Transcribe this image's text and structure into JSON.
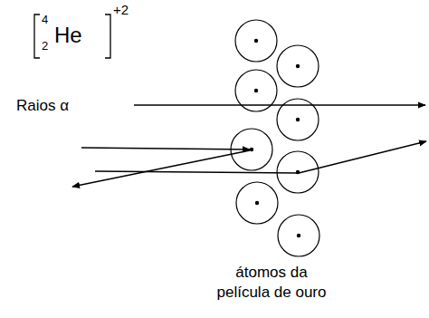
{
  "diagram": {
    "labels": [
      "4",
      "2",
      "He",
      "+2",
      "Raios α",
      "átomos da película de ouro"
    ]
  }
}
